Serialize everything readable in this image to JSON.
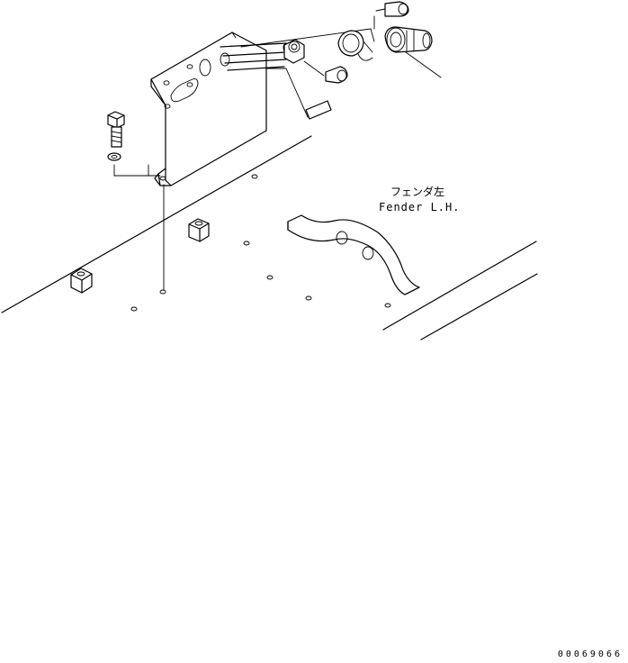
{
  "callout": {
    "japanese": "フェンダ左",
    "english": "Fender L.H."
  },
  "drawing_number": "00069066"
}
